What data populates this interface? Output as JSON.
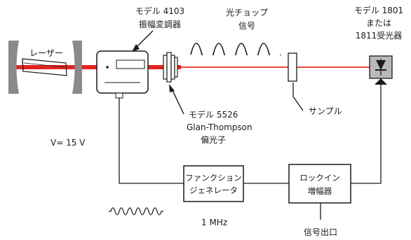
{
  "colors": {
    "beam_thick": "#e4241f",
    "beam_thin": "#e84b3a",
    "line": "#1a1a1a",
    "mirror": "#8a8a8a",
    "detector": "#b9b9b9",
    "background": "#ffffff"
  },
  "labels": {
    "laser": "レーザー",
    "modulator_line1": "モデル 4103",
    "modulator_line2": "振幅変調器",
    "chopper_line1": "光チョップ",
    "chopper_line2": "信号",
    "detector_line1": "モデル 1801",
    "detector_line2": "または",
    "detector_line3": "1811受光器",
    "polarizer_line1": "モデル 5526",
    "polarizer_line2": "Glan-Thompson",
    "polarizer_line3": "偏光子",
    "sample": "サンプル",
    "voltage": "V= 15 V",
    "function_gen_line1": "ファンクション",
    "function_gen_line2": "ジェネレータ",
    "lockin_line1": "ロックイン",
    "lockin_line2": "増幅器",
    "frequency": "1 MHz",
    "signal_out": "信号出口"
  },
  "icons": {
    "laser_cavity": "laser-rod-icon",
    "modulator": "modulator-box-icon",
    "polarizer": "polarizer-icon",
    "sample": "sample-slab-icon",
    "detector": "photodiode-icon",
    "chopped_wave": "chopped-wave-icon",
    "sine_wave": "sine-wave-icon"
  }
}
